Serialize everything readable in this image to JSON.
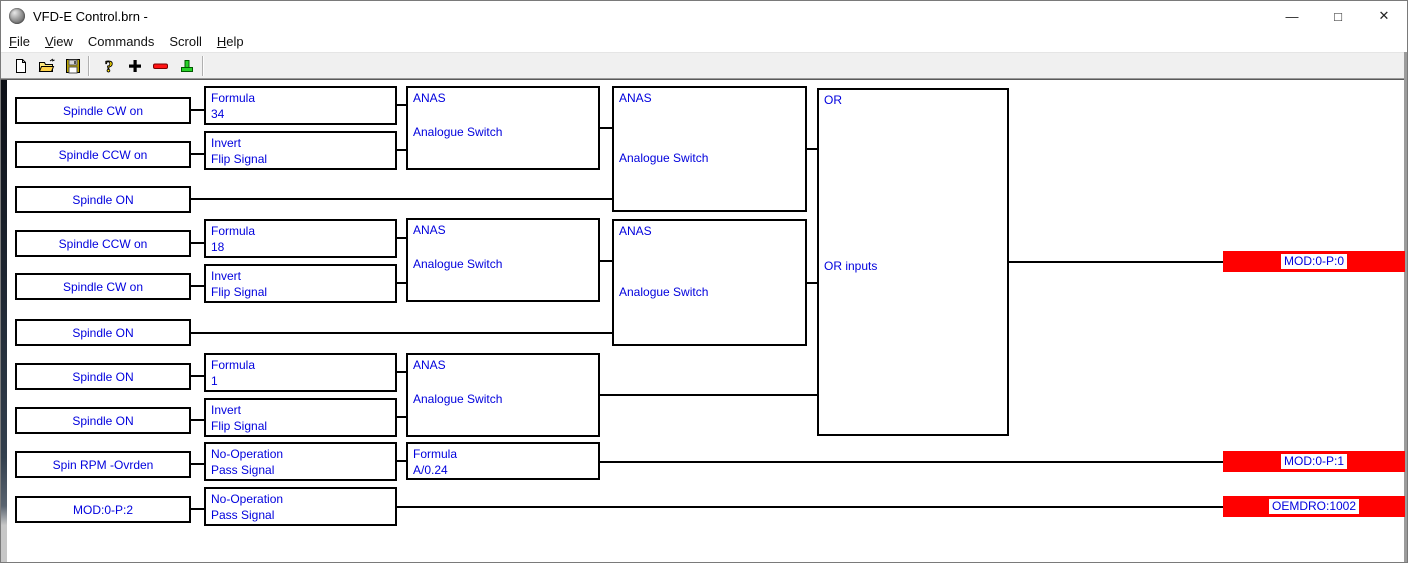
{
  "window": {
    "title": "VFD-E Control.brn -",
    "minimize_glyph": "—",
    "maximize_glyph": "□",
    "close_glyph": "✕"
  },
  "menu": {
    "items": [
      "File",
      "View",
      "Commands",
      "Scroll",
      "Help"
    ]
  },
  "toolbar": {
    "icons": [
      "new-file",
      "open-file",
      "save-file",
      "help",
      "add-cell",
      "remove-cell",
      "test-brain"
    ]
  },
  "canvas": {
    "inputs": [
      "Spindle CW on",
      "Spindle CCW on",
      "Spindle ON",
      "Spindle CCW on",
      "Spindle CW on",
      "Spindle ON",
      "Spindle ON",
      "Spindle ON",
      "Spin RPM -Ovrden",
      "MOD:0-P:2"
    ],
    "operators": [
      {
        "title": "Formula",
        "subtitle": "34"
      },
      {
        "title": "Invert",
        "subtitle": "Flip Signal"
      },
      {
        "title": "Formula",
        "subtitle": "18"
      },
      {
        "title": "Invert",
        "subtitle": "Flip Signal"
      },
      {
        "title": "Formula",
        "subtitle": "1"
      },
      {
        "title": "Invert",
        "subtitle": "Flip Signal"
      },
      {
        "title": "No-Operation",
        "subtitle": "Pass Signal"
      },
      {
        "title": "No-Operation",
        "subtitle": "Pass Signal"
      }
    ],
    "stage3": [
      {
        "title": "ANAS",
        "subtitle": "Analogue Switch"
      },
      {
        "title": "ANAS",
        "subtitle": "Analogue Switch"
      },
      {
        "title": "ANAS",
        "subtitle": "Analogue Switch"
      },
      {
        "title": "Formula",
        "subtitle": "A/0.24"
      }
    ],
    "stage4": [
      {
        "title": "ANAS",
        "subtitle": "Analogue Switch"
      },
      {
        "title": "ANAS",
        "subtitle": "Analogue Switch"
      }
    ],
    "or_block": {
      "title": "OR",
      "label": "OR inputs"
    },
    "outputs": [
      "MOD:0-P:0",
      "MOD:0-P:1",
      "OEMDRO:1002"
    ],
    "colors": {
      "node_text": "#0000dd",
      "output_bg": "#ff0000",
      "wire": "#000000"
    }
  }
}
